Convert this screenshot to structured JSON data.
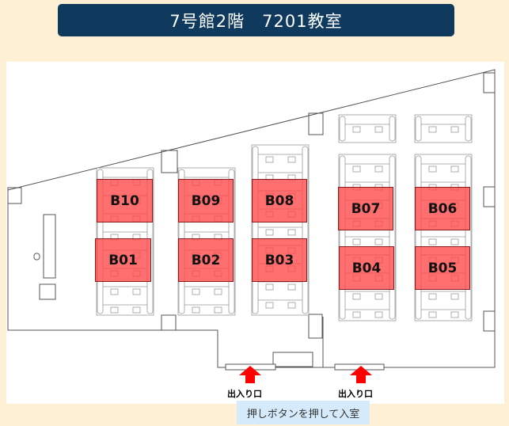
{
  "header": {
    "title": "7号館2階　7201教室"
  },
  "blocks": [
    {
      "id": "B10"
    },
    {
      "id": "B09"
    },
    {
      "id": "B08"
    },
    {
      "id": "B07"
    },
    {
      "id": "B06"
    },
    {
      "id": "B01"
    },
    {
      "id": "B02"
    },
    {
      "id": "B03"
    },
    {
      "id": "B04"
    },
    {
      "id": "B05"
    }
  ],
  "exits": [
    {
      "label": "出入り口"
    },
    {
      "label": "出入り口"
    }
  ],
  "note": "押しボタンを押して入室",
  "colors": {
    "title_bg": "#0f3a5e",
    "block": "#ff4646",
    "exit_arrow": "#ff0000",
    "note_bg": "#d5ebfb"
  }
}
